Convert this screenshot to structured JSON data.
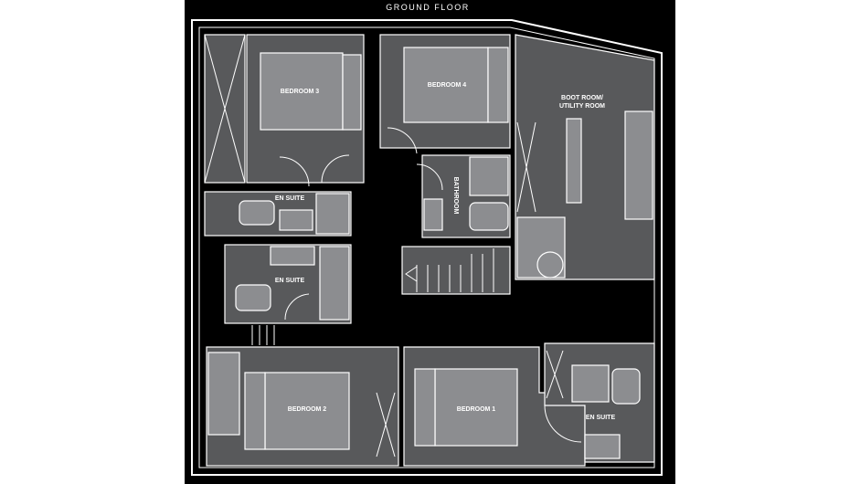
{
  "plan": {
    "title": "GROUND FLOOR",
    "colors": {
      "background": "#000000",
      "room_fill": "#58595b",
      "furniture_fill": "#8c8d90",
      "line": "#ffffff"
    },
    "rooms": {
      "bedroom_3": "BEDROOM 3",
      "bedroom_4": "BEDROOM 4",
      "boot_room_line1": "BOOT ROOM/",
      "boot_room_line2": "UTILITY ROOM",
      "en_suite_upper": "EN SUITE",
      "bathroom": "BATHROOM",
      "en_suite_middle": "EN SUITE",
      "bedroom_2": "BEDROOM 2",
      "bedroom_1": "BEDROOM 1",
      "en_suite_lower": "EN SUITE"
    }
  }
}
